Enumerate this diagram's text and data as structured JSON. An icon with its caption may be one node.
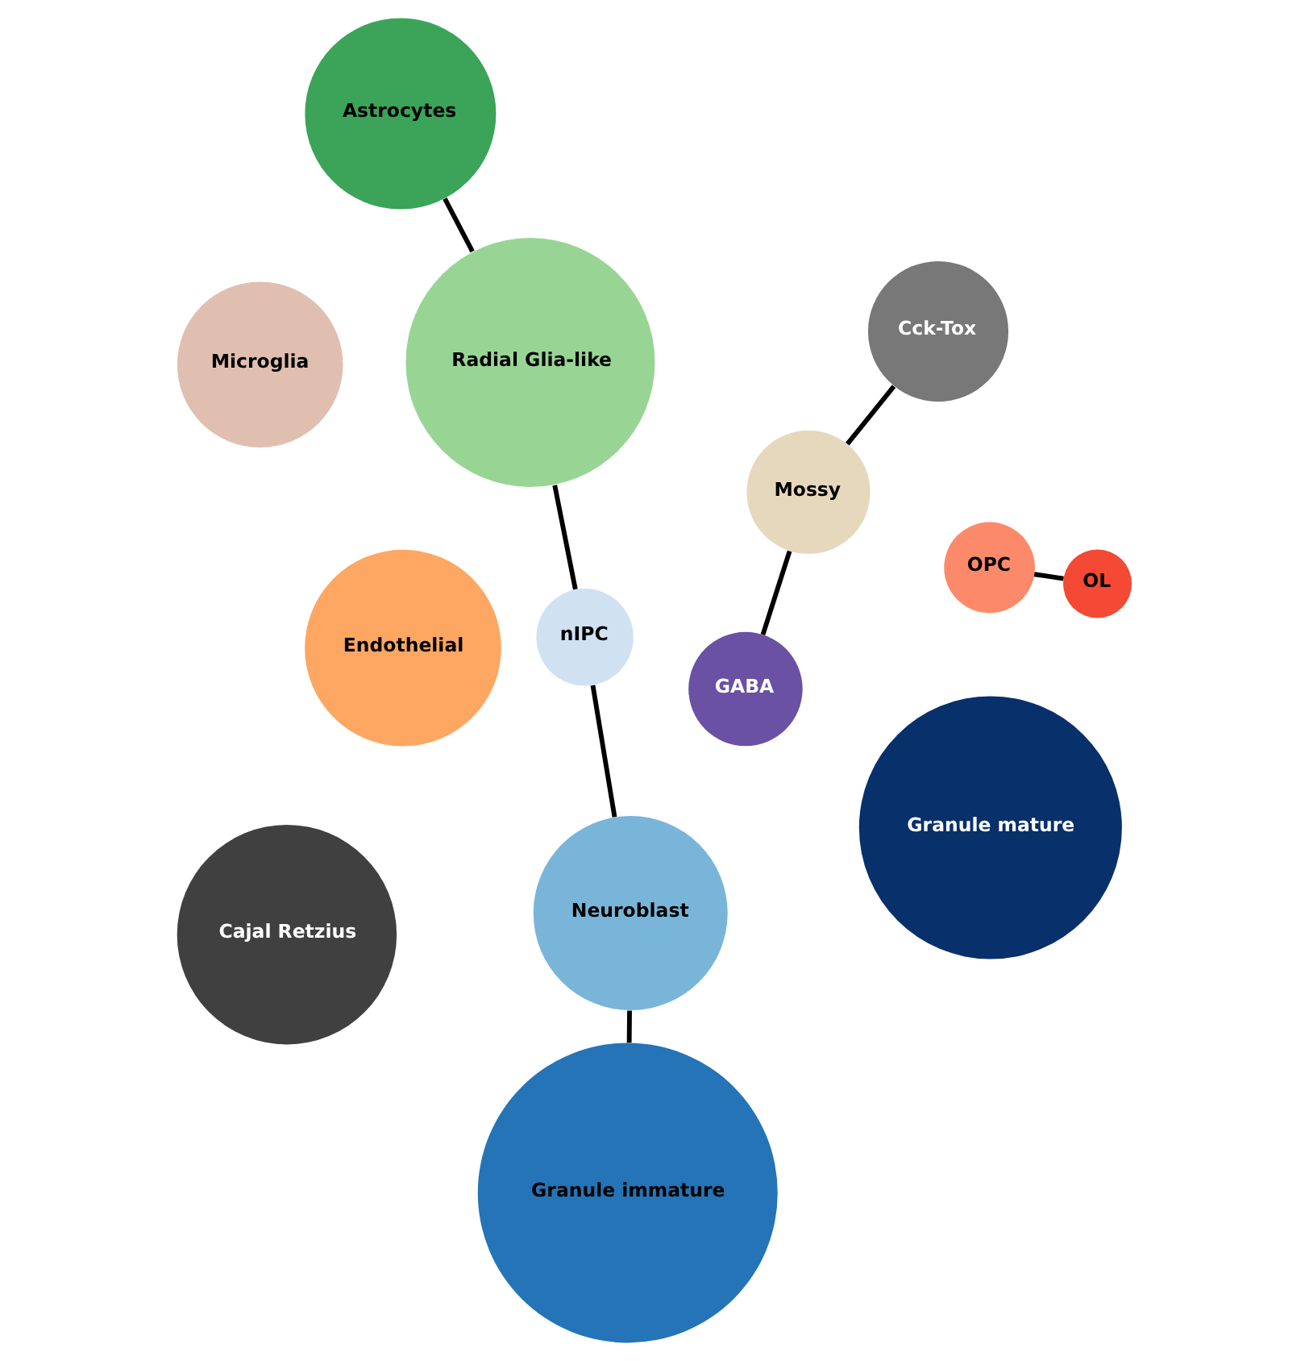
{
  "diagram": {
    "nodes": [
      {
        "text": [
          "Astrocytes"
        ]
      },
      {
        "text": [
          "Granule mature"
        ]
      },
      {
        "text": [
          "Radial Glia-like"
        ]
      },
      {
        "text": [
          "Granule immature"
        ]
      },
      {
        "text": [
          "nIPC"
        ]
      },
      {
        "text": [
          "OPC"
        ]
      },
      {
        "text": [
          "Neuroblast"
        ]
      },
      {
        "text": [
          "OL"
        ]
      },
      {
        "text": [
          "Microglia"
        ]
      },
      {
        "text": [
          "Endothelial"
        ]
      },
      {
        "text": [
          "Cajal Retzius"
        ]
      },
      {
        "text": [
          "Mossy"
        ]
      },
      {
        "text": [
          "Cck-Tox"
        ]
      },
      {
        "text": [
          "GABA"
        ]
      }
    ],
    "edges": [
      {
        "from": 3,
        "to": 6,
        "arrow": "none"
      },
      {
        "from": 6,
        "to": 4,
        "arrow": "none"
      },
      {
        "from": 4,
        "to": 2,
        "arrow": "none"
      },
      {
        "from": 2,
        "to": 0,
        "arrow": "none"
      },
      {
        "from": 5,
        "to": 7,
        "arrow": "none"
      },
      {
        "from": 11,
        "to": 12,
        "arrow": "none"
      },
      {
        "from": 11,
        "to": 13,
        "arrow": "none"
      }
    ]
  }
}
